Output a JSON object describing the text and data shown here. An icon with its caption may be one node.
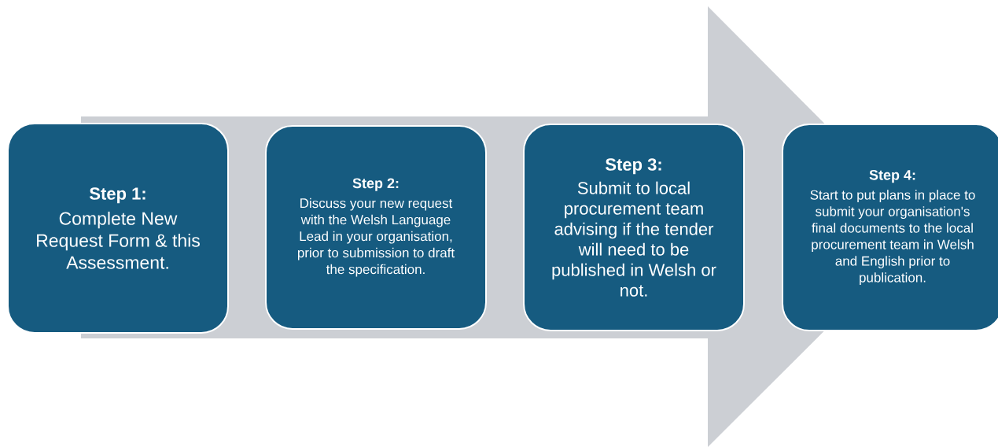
{
  "diagram": {
    "nodes": [
      {
        "text": [
          "Step 1:",
          "Complete New Request Form & this Assessment."
        ]
      },
      {
        "text": [
          "Step 2:",
          "Discuss your new request with the Welsh Language Lead in your organisation, prior to submission to draft the specification."
        ]
      },
      {
        "text": [
          "Step 3:",
          "Submit to local procurement team advising if the tender will need to be published in Welsh or not."
        ]
      },
      {
        "text": [
          "Step 4:",
          "Start to put plans in place to submit your organisation's final documents to the local procurement team in Welsh and English prior to publication."
        ]
      }
    ],
    "edges": [
      {
        "from": 0,
        "to": 3,
        "arrow": "to"
      }
    ]
  }
}
